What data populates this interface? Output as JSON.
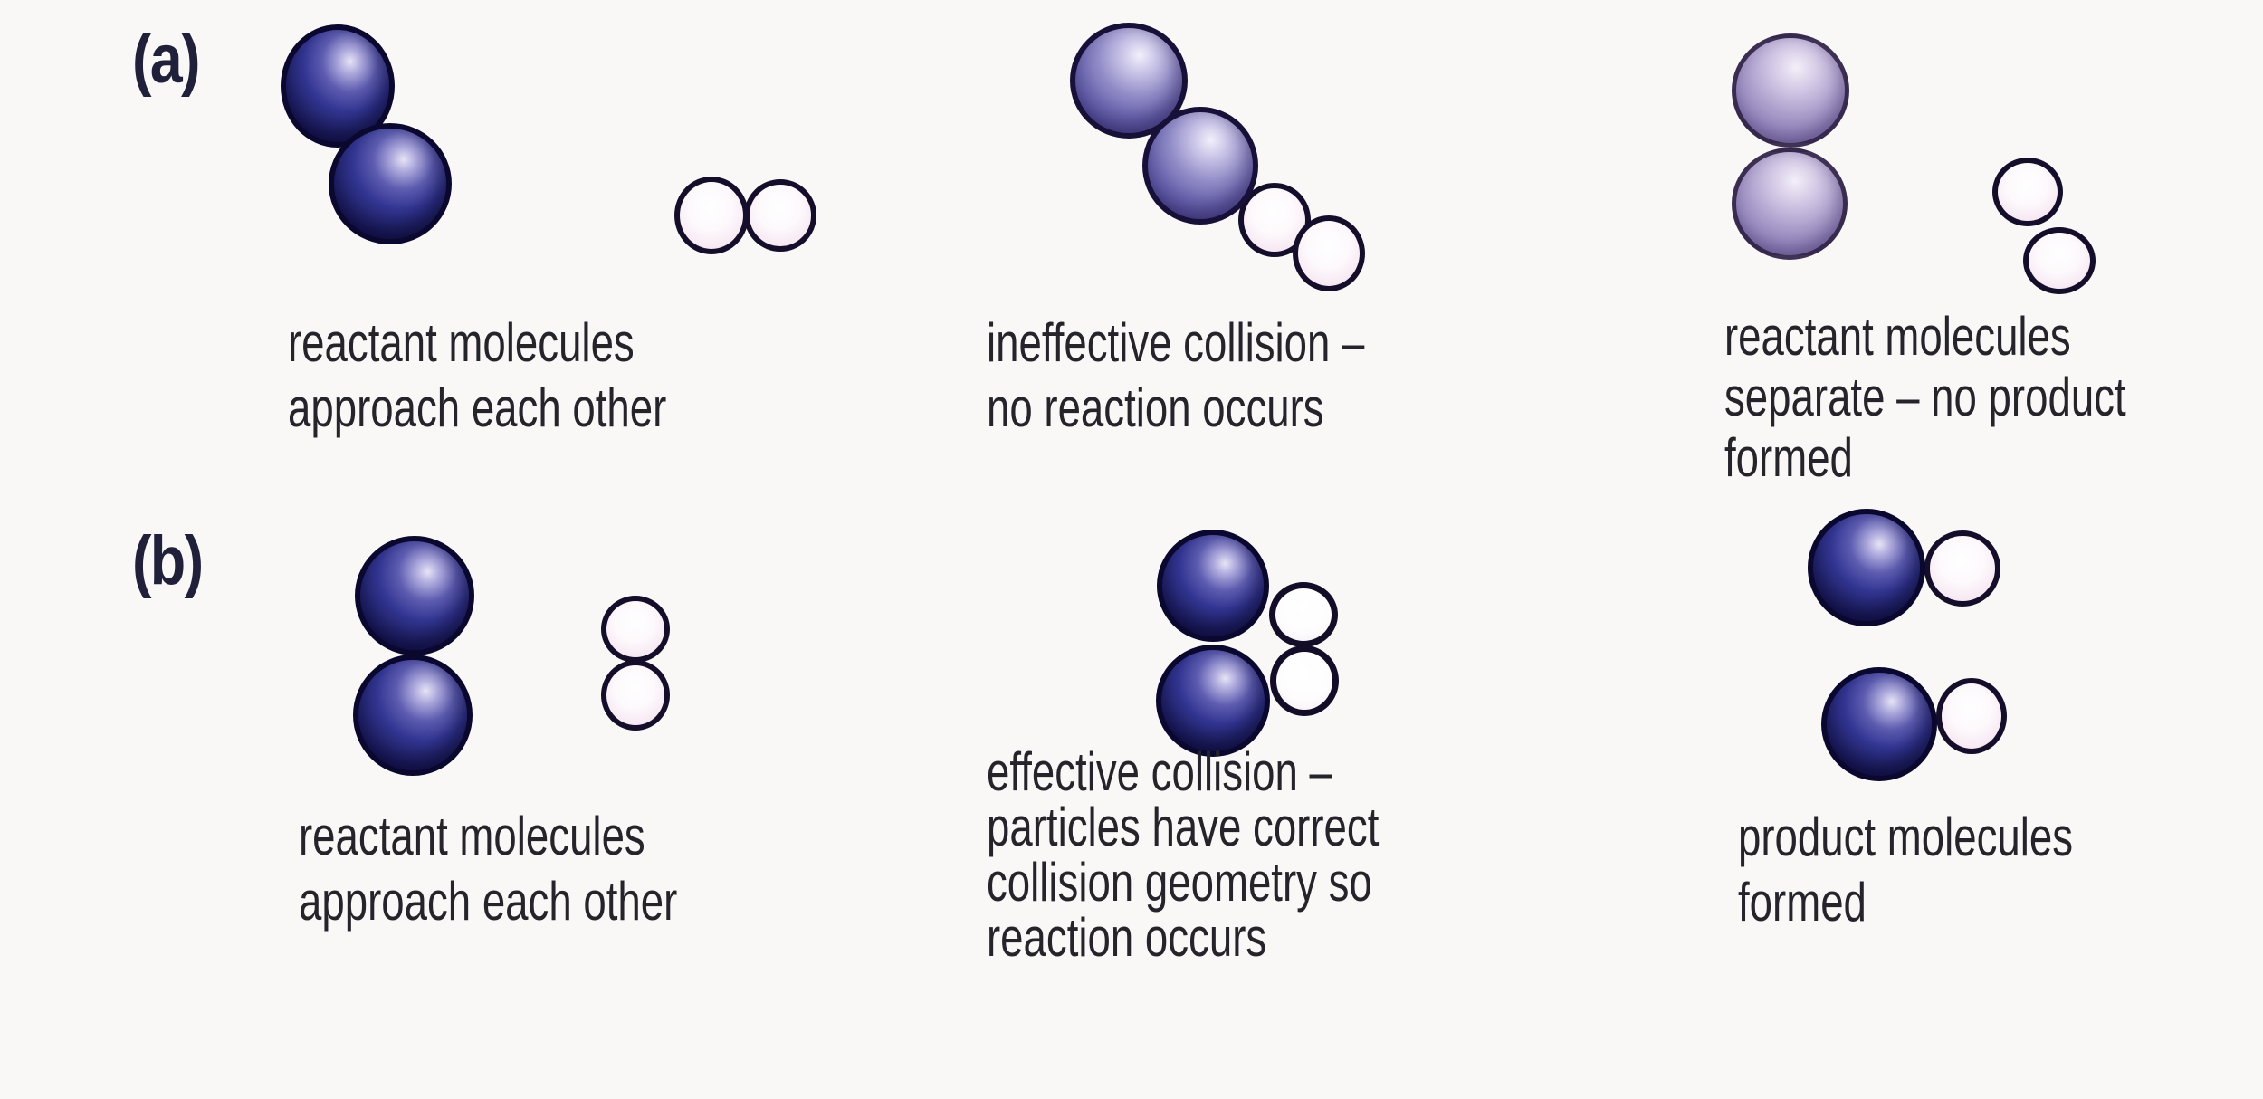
{
  "figure": {
    "background": "#f9f8f6",
    "rows": [
      {
        "label": "(a)",
        "panels": [
          {
            "caption": "reactant molecules\napproach each other"
          },
          {
            "caption": "ineffective collision –\nno reaction occurs"
          },
          {
            "caption": "reactant molecules\nseparate – no product\nformed"
          }
        ]
      },
      {
        "label": "(b)",
        "panels": [
          {
            "caption": "reactant molecules\napproach each other"
          },
          {
            "caption": "effective collision –\nparticles have correct\ncollision geometry so\nreaction occurs"
          },
          {
            "caption": "product molecules\nformed"
          }
        ]
      }
    ]
  },
  "colors": {
    "navy_sphere": "#2e3086",
    "violet_sphere": "#6b65ae",
    "lavender_sphere": "#9487bd",
    "pink_particle": "#f7ecf4",
    "white_particle": "#fdfcfd",
    "sphere_outline": "#120d30",
    "caption_text": "#25242b",
    "label_text": "#20203a"
  }
}
